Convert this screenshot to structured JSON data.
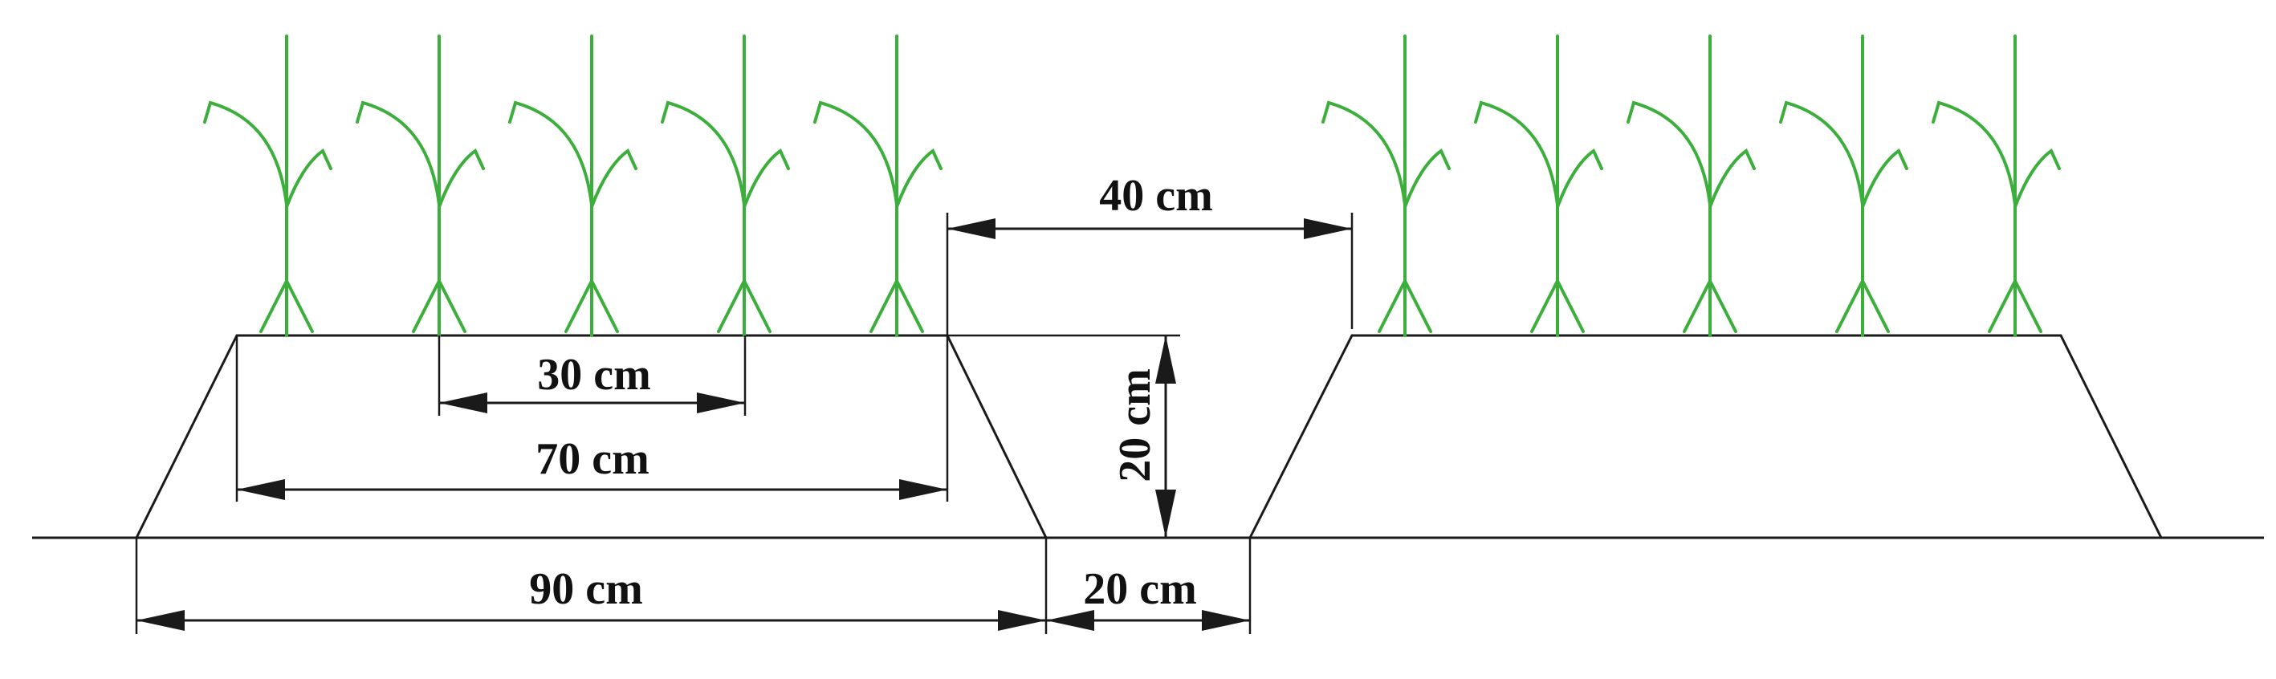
{
  "colors": {
    "plant": "#3cae3c",
    "line": "#1a1a1a",
    "background": "#ffffff"
  },
  "beds": [
    {
      "name": "left-ridge",
      "plants": 5
    },
    {
      "name": "right-ridge",
      "plants": 5
    }
  ],
  "dimensions": {
    "plant_spacing": "30 cm",
    "bed_top_width": "70 cm",
    "bed_bottom_width": "90 cm",
    "bed_height": "20 cm",
    "furrow_bottom_width": "20 cm",
    "furrow_top_width": "40 cm"
  }
}
